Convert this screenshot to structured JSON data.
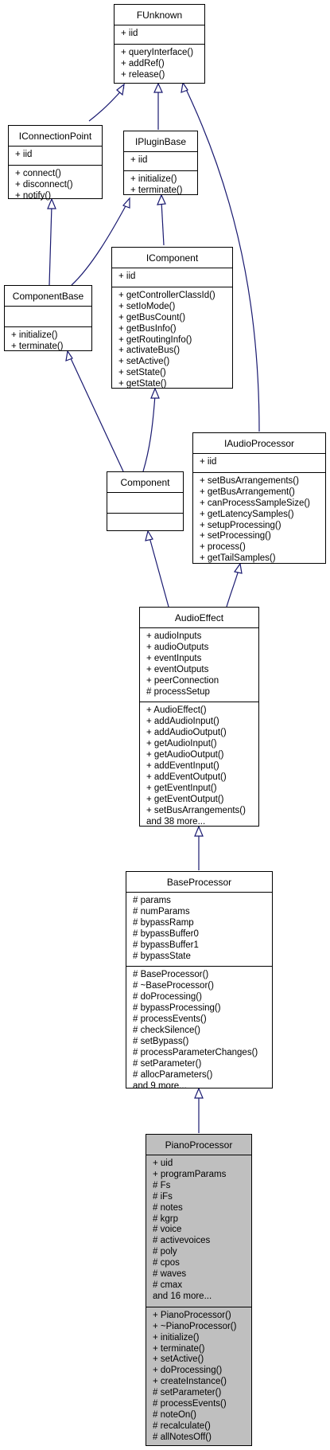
{
  "classes": [
    {
      "id": "funknown",
      "name": "FUnknown",
      "attrs": [
        "+ iid"
      ],
      "methods": [
        "+ queryInterface()",
        "+ addRef()",
        "+ release()"
      ]
    },
    {
      "id": "iconnectionpoint",
      "name": "IConnectionPoint",
      "attrs": [
        "+ iid"
      ],
      "methods": [
        "+ connect()",
        "+ disconnect()",
        "+ notify()"
      ]
    },
    {
      "id": "ipluginbase",
      "name": "IPluginBase",
      "attrs": [
        "+ iid"
      ],
      "methods": [
        "+ initialize()",
        "+ terminate()"
      ]
    },
    {
      "id": "icomponent",
      "name": "IComponent",
      "attrs": [
        "+ iid"
      ],
      "methods": [
        "+ getControllerClassId()",
        "+ setIoMode()",
        "+ getBusCount()",
        "+ getBusInfo()",
        "+ getRoutingInfo()",
        "+ activateBus()",
        "+ setActive()",
        "+ setState()",
        "+ getState()"
      ]
    },
    {
      "id": "componentbase",
      "name": "ComponentBase",
      "attrs": [],
      "methods": [
        "+ initialize()",
        "+ terminate()"
      ]
    },
    {
      "id": "iaudioprocessor",
      "name": "IAudioProcessor",
      "attrs": [
        "+ iid"
      ],
      "methods": [
        "+ setBusArrangements()",
        "+ getBusArrangement()",
        "+ canProcessSampleSize()",
        "+ getLatencySamples()",
        "+ setupProcessing()",
        "+ setProcessing()",
        "+ process()",
        "+ getTailSamples()"
      ]
    },
    {
      "id": "component",
      "name": "Component",
      "attrs": [],
      "methods": []
    },
    {
      "id": "audioeffect",
      "name": "AudioEffect",
      "attrs": [
        "+ audioInputs",
        "+ audioOutputs",
        "+ eventInputs",
        "+ eventOutputs",
        "+ peerConnection",
        "# processSetup"
      ],
      "methods": [
        "+ AudioEffect()",
        "+ addAudioInput()",
        "+ addAudioOutput()",
        "+ getAudioInput()",
        "+ getAudioOutput()",
        "+ addEventInput()",
        "+ addEventOutput()",
        "+ getEventInput()",
        "+ getEventOutput()",
        "+ setBusArrangements()",
        "and 38 more..."
      ]
    },
    {
      "id": "baseprocessor",
      "name": "BaseProcessor",
      "attrs": [
        "# params",
        "# numParams",
        "# bypassRamp",
        "# bypassBuffer0",
        "# bypassBuffer1",
        "# bypassState"
      ],
      "methods": [
        "# BaseProcessor()",
        "# ~BaseProcessor()",
        "# doProcessing()",
        "# bypassProcessing()",
        "# processEvents()",
        "# checkSilence()",
        "# setBypass()",
        "# processParameterChanges()",
        "# setParameter()",
        "# allocParameters()",
        "and 9 more..."
      ]
    },
    {
      "id": "pianoprocessor",
      "name": "PianoProcessor",
      "highlight": true,
      "attrs": [
        "+ uid",
        "+ programParams",
        "# Fs",
        "# iFs",
        "# notes",
        "# kgrp",
        "# voice",
        "# activevoices",
        "# poly",
        "# cpos",
        "# waves",
        "# cmax",
        "and 16 more..."
      ],
      "methods": [
        "+ PianoProcessor()",
        "+ ~PianoProcessor()",
        "+ initialize()",
        "+ terminate()",
        "+ setActive()",
        "+ doProcessing()",
        "+ createInstance()",
        "# setParameter()",
        "# processEvents()",
        "# noteOn()",
        "# recalculate()",
        "# allNotesOff()"
      ]
    }
  ]
}
